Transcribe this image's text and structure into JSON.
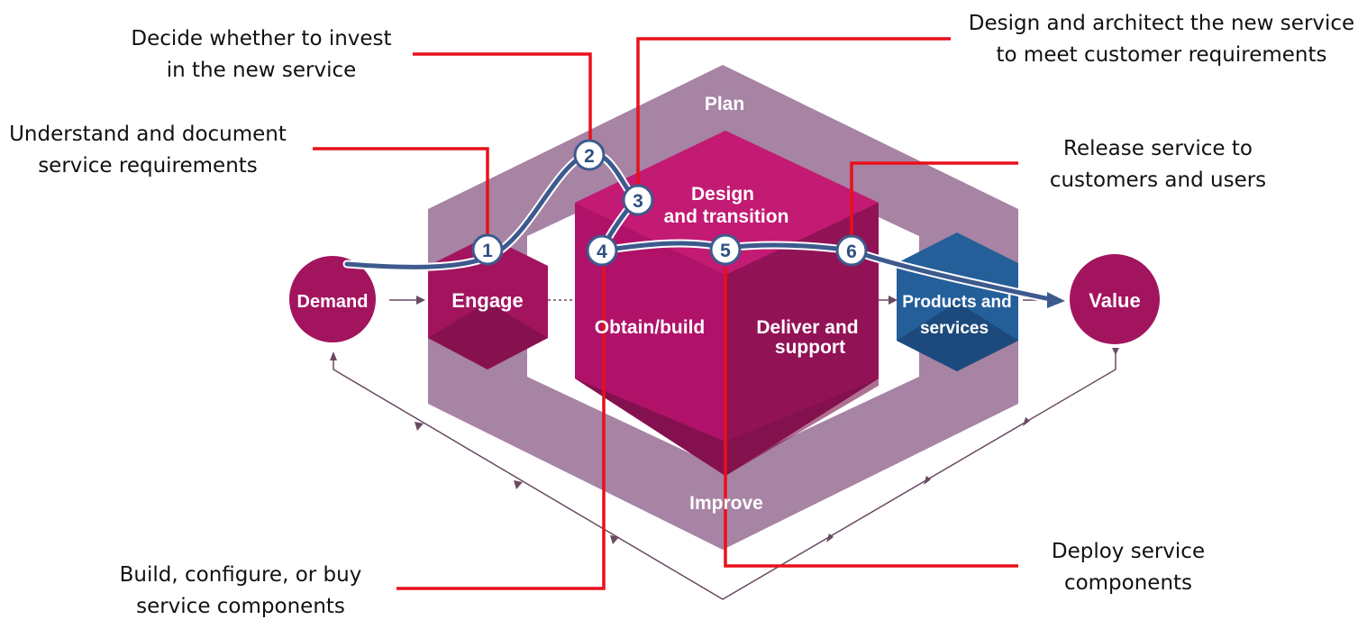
{
  "colors": {
    "outer_frame": "#a0789c",
    "magenta_front": "#b0126a",
    "magenta_top": "#c31a73",
    "magenta_right": "#8f1256",
    "magenta_bottom": "#7a1049",
    "blue_hex": "#245f9a",
    "blue_hex_dark": "#1b4677",
    "value_chain_line": "#3d5a8e",
    "callout_line": "#e8101a",
    "feedback_line": "#6a4a62"
  },
  "frame_labels": {
    "plan": "Plan",
    "improve": "Improve"
  },
  "nodes": {
    "demand": "Demand",
    "engage": "Engage",
    "design_transition_line1": "Design",
    "design_transition_line2": "and transition",
    "obtain_build": "Obtain/build",
    "deliver_support_line1": "Deliver and",
    "deliver_support_line2": "support",
    "products_services_line1": "Products and",
    "products_services_line2": "services",
    "value": "Value"
  },
  "steps": [
    "1",
    "2",
    "3",
    "4",
    "5",
    "6"
  ],
  "callouts": {
    "step1": [
      "Understand and document",
      "service requirements"
    ],
    "step2": [
      "Decide whether to invest",
      "in the new service"
    ],
    "step3": [
      "Design and architect the new service",
      "to meet customer requirements"
    ],
    "step4": [
      "Build, configure, or buy",
      "service components"
    ],
    "step5": [
      "Deploy service",
      "components"
    ],
    "step6": [
      "Release service to",
      "customers and users"
    ]
  }
}
